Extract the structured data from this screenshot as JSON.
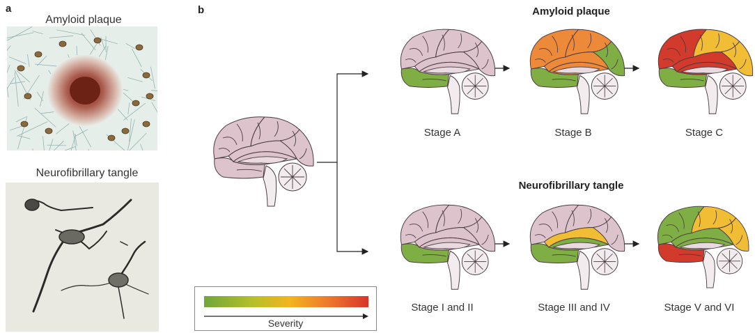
{
  "panel_a": {
    "letter": "a",
    "plaque_label": "Amyloid plaque",
    "tangle_label": "Neurofibrillary tangle"
  },
  "panel_b": {
    "letter": "b",
    "amyloid": {
      "title": "Amyloid plaque",
      "stages": [
        "Stage A",
        "Stage B",
        "Stage C"
      ]
    },
    "tangle": {
      "title": "Neurofibrillary tangle",
      "stages": [
        "Stage I and II",
        "Stage  III and IV",
        "Stage  V and VI"
      ]
    },
    "legend": {
      "label": "Severity",
      "colors": [
        "#6fa73a",
        "#f2b51f",
        "#ee7a2e",
        "#d8352a"
      ]
    }
  },
  "colors": {
    "brain_base": "#dcc3cc",
    "inner": "#e8dade",
    "green": "#7fae45",
    "yellow": "#f1bd34",
    "orange": "#ec8a3a",
    "red": "#d23a2c"
  }
}
